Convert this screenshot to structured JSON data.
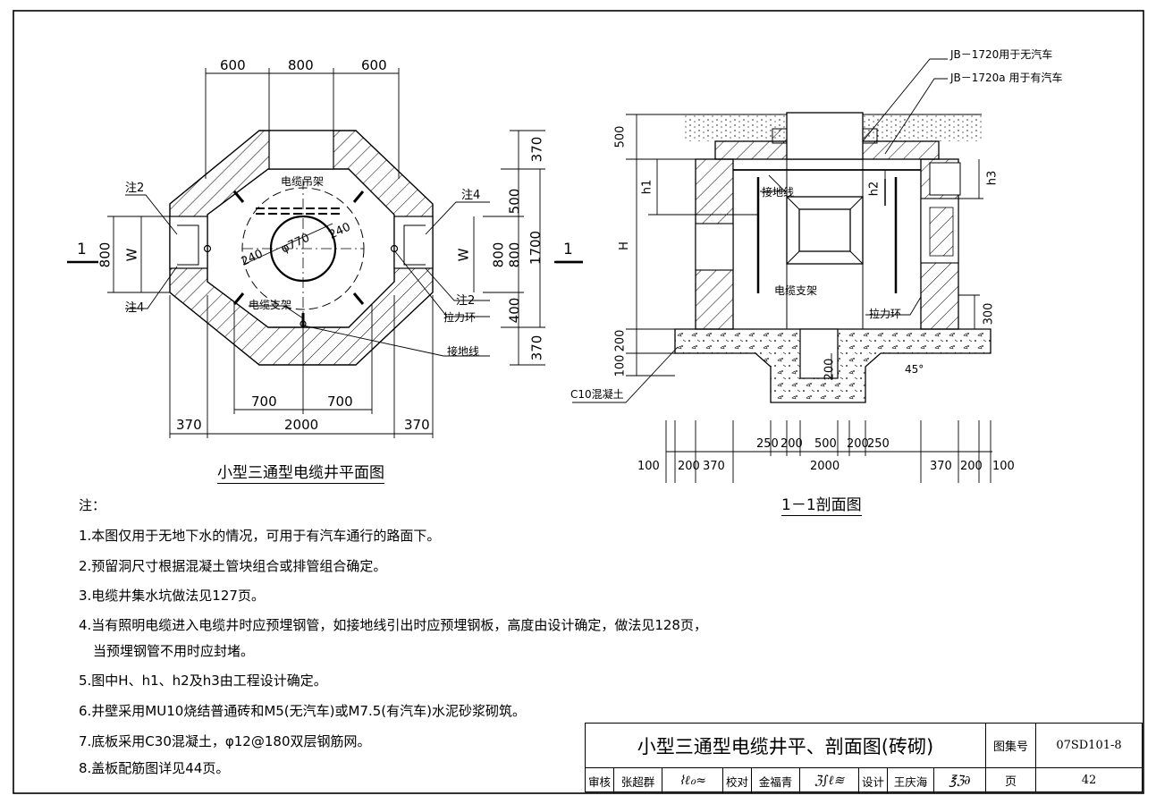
{
  "plan": {
    "caption": "小型三通型电缆井平面图",
    "dims_top": [
      "600",
      "800",
      "600"
    ],
    "dims_right": [
      "370",
      "500",
      "800",
      "400",
      "370",
      "1700"
    ],
    "dims_bottom_inner": [
      "700",
      "700"
    ],
    "dims_bottom": [
      "370",
      "2000",
      "370"
    ],
    "left_800": "800",
    "w_left": "W",
    "w_right": "W",
    "w_right_800": "800",
    "section_mark": "1",
    "phi": "φ770",
    "r240a": "240",
    "r240b": "240",
    "labels": {
      "cable_hanger": "电缆吊架",
      "cable_support": "电缆支架",
      "note2_left": "注2",
      "note4_left": "注4",
      "note4_right": "注4",
      "note2_right": "注2",
      "pull_ring": "拉力环",
      "ground_wire": "接地线"
    }
  },
  "section": {
    "caption": "1－1剖面图",
    "cover_a": "JB－1720用于无汽车",
    "cover_b": "JB－1720a 用于有汽车",
    "section_mark": "1",
    "dims_left": [
      "500",
      "h1",
      "H",
      "200",
      "100"
    ],
    "h2": "h2",
    "h3": "h3",
    "d300": "300",
    "d200": "200",
    "angle": "45°",
    "c10": "C10混凝土",
    "ground_wire": "接地线",
    "cable_support": "电缆支架",
    "pull_ring": "拉力环",
    "dims_bottom_upper": [
      "250",
      "200",
      "500",
      "200",
      "250"
    ],
    "dims_bottom_lower": [
      "100",
      "200",
      "370",
      "2000",
      "370",
      "200",
      "100"
    ]
  },
  "notes": {
    "title": "注：",
    "items": [
      "1.本图仅用于无地下水的情况，可用于有汽车通行的路面下。",
      "2.预留洞尺寸根据混凝土管块组合或排管组合确定。",
      "3.电缆井集水坑做法见127页。",
      "4.当有照明电缆进入电缆井时应预埋钢管，如接地线引出时应预埋钢板，高度由设计确定，做法见128页，",
      "当预埋钢管不用时应封堵。",
      "5.图中H、h1、h2及h3由工程设计确定。",
      "6.井壁采用MU10烧结普通砖和M5(无汽车)或M7.5(有汽车)水泥砂浆砌筑。",
      "7.底板采用C30混凝土，φ12@180双层钢筋网。",
      "8.盖板配筋图详见44页。"
    ]
  },
  "title_block": {
    "title": "小型三通型电缆井平、剖面图(砖砌)",
    "atlas_label": "图集号",
    "atlas_no": "07SD101-8",
    "page_label": "页",
    "page_no": "42",
    "review_label": "审核",
    "review_name": "张超群",
    "check_label": "校对",
    "check_name": "金福青",
    "design_label": "设计",
    "design_name": "王庆海"
  }
}
